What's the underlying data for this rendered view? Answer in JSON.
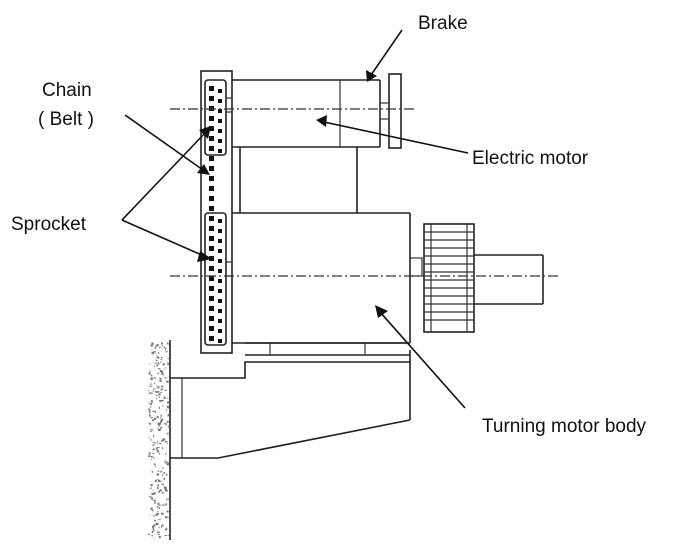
{
  "labels": {
    "brake": "Brake",
    "chain_line1": "Chain",
    "chain_line2": "( Belt )",
    "electric_motor": "Electric motor",
    "sprocket": "Sprocket",
    "turning_motor_body": "Turning motor body"
  },
  "colors": {
    "line": "#222222",
    "background": "#ffffff"
  }
}
